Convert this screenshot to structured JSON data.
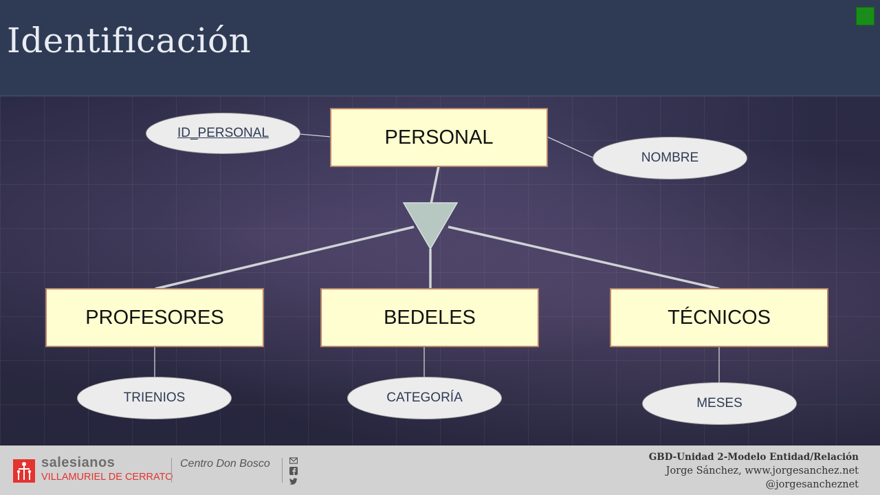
{
  "header": {
    "title": "Identificación",
    "indicator_color": "#1a8c1a"
  },
  "diagram": {
    "entities": {
      "personal": "PERSONAL",
      "profesores": "PROFESORES",
      "bedeles": "BEDELES",
      "tecnicos": "TÉCNICOS"
    },
    "attributes": {
      "id_personal": "ID_PERSONAL",
      "nombre": "NOMBRE",
      "trienios": "TRIENIOS",
      "categoria": "CATEGORÍA",
      "meses": "MESES"
    }
  },
  "footer": {
    "brand": "salesianos",
    "place": "VILLAMURIEL DE CERRATO",
    "center": "Centro Don Bosco",
    "social_icons": [
      "mail-icon",
      "facebook-icon",
      "twitter-icon"
    ],
    "course": "GBD-Unidad 2-Modelo Entidad/Relación",
    "author": "Jorge Sánchez, www.jorgesanchez.net",
    "handle": "@jorgesancheznet",
    "brand_color": "#e3342f"
  }
}
